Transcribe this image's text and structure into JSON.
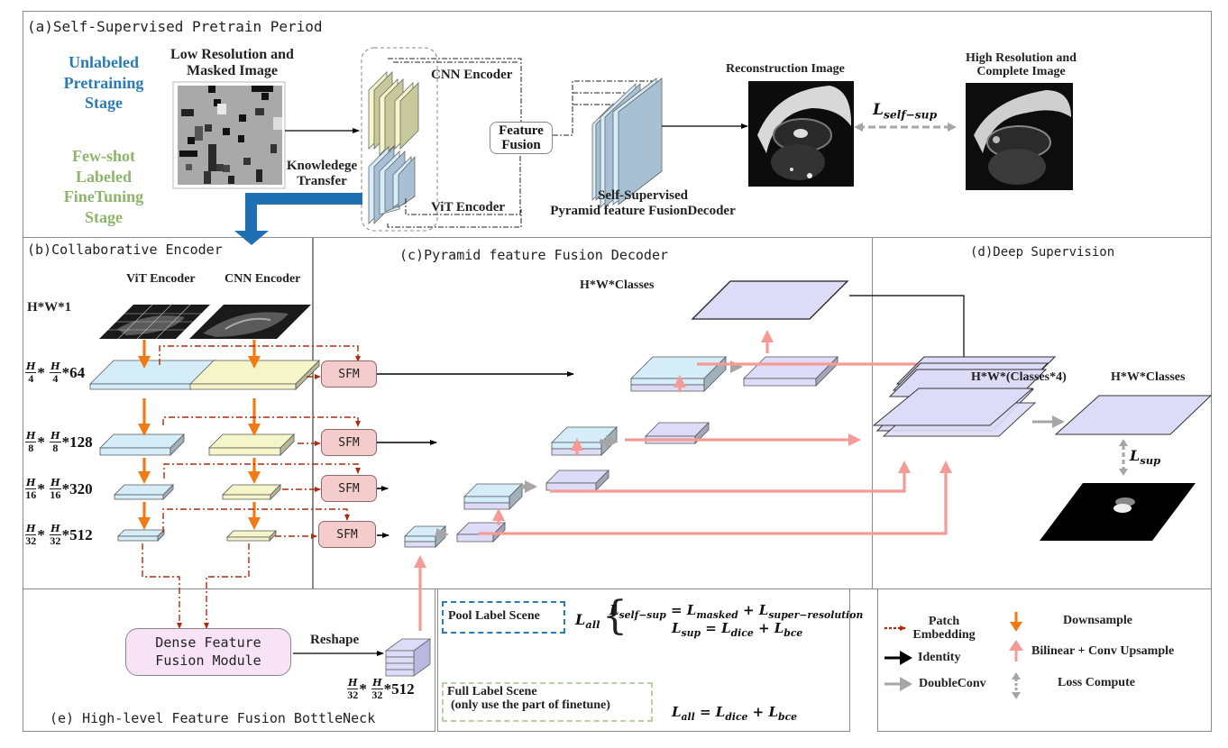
{
  "panels": {
    "a": {
      "title": "(a)Self-Supervised Pretrain Period"
    },
    "b": {
      "title": "(b)Collaborative Encoder"
    },
    "c": {
      "title": "(c)Pyramid feature Fusion Decoder"
    },
    "d": {
      "title": "(d)Deep Supervision"
    },
    "e": {
      "title": "(e) High-level Feature Fusion BottleNeck"
    }
  },
  "stages": {
    "unlabeled": [
      "Unlabeled",
      "Pretraining",
      "Stage"
    ],
    "fewshot": [
      "Few-shot",
      "Labeled",
      "FineTuning",
      "Stage"
    ]
  },
  "pretrain": {
    "input_label": [
      "Low Resolution and",
      "Masked Image"
    ],
    "cnn_encoder": "CNN Encoder",
    "vit_encoder": "ViT Encoder",
    "knowledge_transfer": [
      "Knowledege",
      "Transfer"
    ],
    "feature_fusion": [
      "Feature",
      "Fusion"
    ],
    "decoder_label": [
      "Self-Supervised",
      "Pyramid feature FusionDecoder"
    ],
    "reconstruction_label": "Reconstruction Image",
    "target_label": [
      "High Resolution and",
      "Complete Image"
    ],
    "loss_label": {
      "base": "L",
      "sub": "self−sup"
    }
  },
  "encoder": {
    "vit_label": "ViT Encoder",
    "cnn_label": "CNN Encoder",
    "input_dim": "H*W*1",
    "levels": [
      {
        "den": "4",
        "channels": "*64"
      },
      {
        "den": "8",
        "channels": "*128"
      },
      {
        "den": "16",
        "channels": "*320"
      },
      {
        "den": "32",
        "channels": "*512"
      }
    ],
    "frac_num": "H"
  },
  "decoder": {
    "sfm_label": "SFM",
    "output_dim": "H*W*Classes"
  },
  "deep_supervision": {
    "stack_dim": "H*W*(Classes*4)",
    "output_dim": "H*W*Classes",
    "loss_label": {
      "base": "L",
      "sub": "sup"
    }
  },
  "bottleneck": {
    "module_label": [
      "Dense Feature",
      "Fusion Module"
    ],
    "reshape_label": "Reshape",
    "dim": {
      "den": "32",
      "channels": "*512"
    }
  },
  "loss_scenes": {
    "pool": {
      "label": "Pool Label Scene",
      "lall": {
        "base": "L",
        "sub": "all"
      },
      "eq1": {
        "lhs": [
          "L",
          "self−sup"
        ],
        "terms": [
          [
            "L",
            "masked"
          ],
          [
            "L",
            "super−resolution"
          ]
        ]
      },
      "eq2": {
        "lhs": [
          "L",
          "sup"
        ],
        "terms": [
          [
            "L",
            "dice"
          ],
          [
            "L",
            "bce"
          ]
        ]
      }
    },
    "full": {
      "label": [
        "Full Label Scene",
        "(only use the part of finetune)"
      ],
      "eq": {
        "lhs": [
          "L",
          "all"
        ],
        "terms": [
          [
            "L",
            "dice"
          ],
          [
            "L",
            "bce"
          ]
        ]
      }
    }
  },
  "legend": {
    "items": [
      {
        "icon": "dotted-red-arrow-icon",
        "label": [
          "Patch",
          "Embedding"
        ]
      },
      {
        "icon": "black-arrow-icon",
        "label": [
          "Identity"
        ]
      },
      {
        "icon": "gray-arrow-icon",
        "label": [
          "DoubleConv"
        ]
      },
      {
        "icon": "orange-down-arrow-icon",
        "label": [
          "Downsample"
        ]
      },
      {
        "icon": "pink-up-arrow-icon",
        "label": [
          "Bilinear + Conv Upsample"
        ]
      },
      {
        "icon": "gray-double-arrow-icon",
        "label": [
          "Loss Compute"
        ]
      }
    ]
  },
  "colors": {
    "vit_block": "#d5ecf9",
    "cnn_block": "#f4f5c8",
    "decoder_block": "#dcdcf8",
    "sfm": "#f4cccc",
    "dffm": "#f8e3f6",
    "downsample": "#f07a13",
    "upsample": "#f59a94",
    "patch_embed": "#b02a10",
    "doubleconv": "#a6a6a6",
    "stage_blue": "#2a7bb5",
    "stage_green": "#8db56a",
    "transfer_arrow": "#1f6fb2"
  }
}
